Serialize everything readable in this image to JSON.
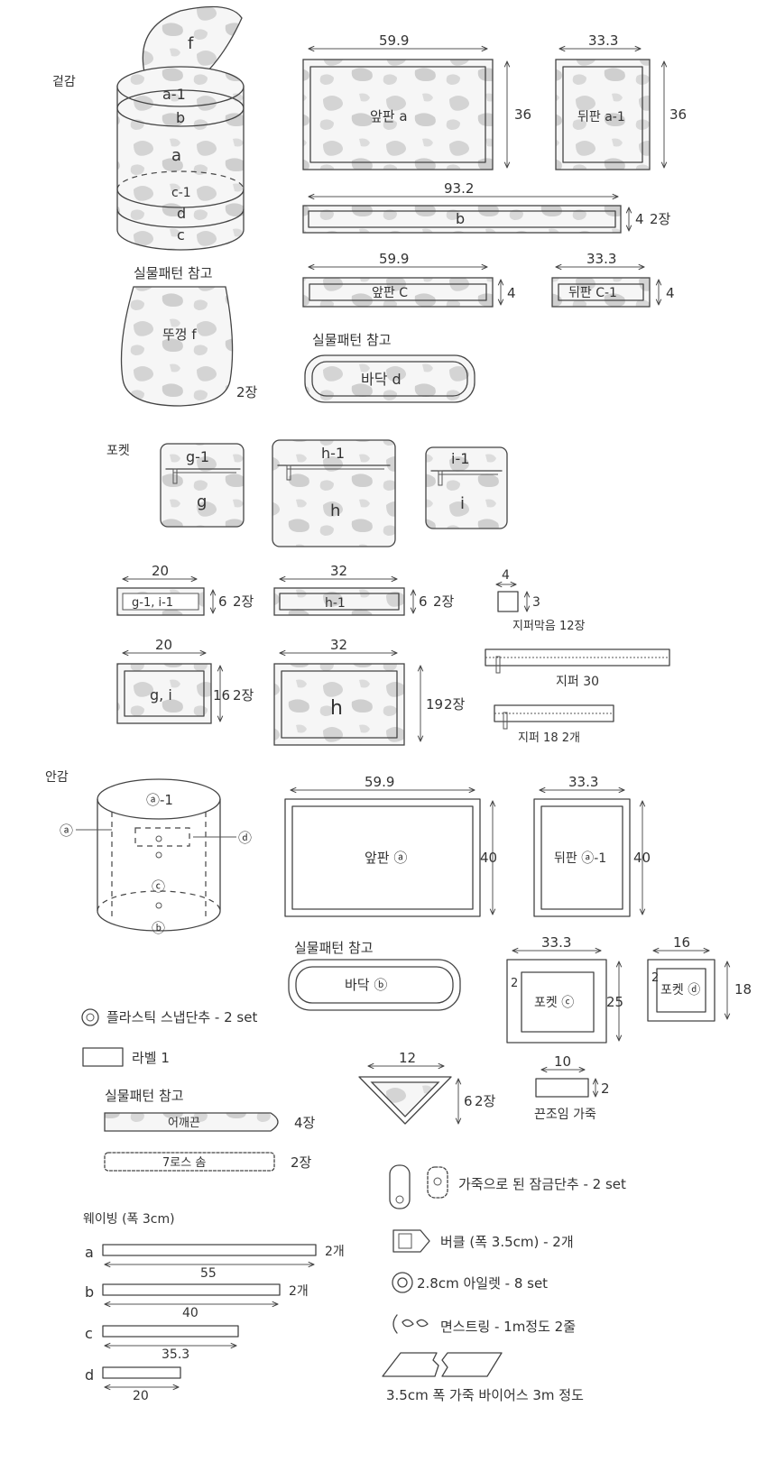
{
  "outer": {
    "section_title": "겉감",
    "bag_labels": {
      "f": "f",
      "a1": "a-1",
      "b": "b",
      "a": "a",
      "c1": "c-1",
      "d": "d",
      "c": "c"
    },
    "front_a": {
      "width": "59.9",
      "height": "36",
      "label": "앞판 a"
    },
    "back_a1": {
      "width": "33.3",
      "height": "36",
      "label": "뒤판 a-1"
    },
    "strip_b": {
      "width": "93.2",
      "height": "4",
      "count": "2장",
      "label": "b"
    },
    "front_c": {
      "width": "59.9",
      "height": "4",
      "label": "앞판 C"
    },
    "back_c1": {
      "width": "33.3",
      "height": "4",
      "label": "뒤판 C-1"
    },
    "lid_ref": "실물패턴 참고",
    "lid_label": "뚜껑 f",
    "lid_count": "2장",
    "bottom_ref": "실물패턴 참고",
    "bottom_label": "바닥 d"
  },
  "pocket": {
    "section_title": "포켓",
    "g": {
      "top": "g-1",
      "body": "g"
    },
    "h": {
      "top": "h-1",
      "body": "h"
    },
    "i": {
      "top": "i-1",
      "body": "i"
    },
    "strip_g1": {
      "width": "20",
      "height": "6",
      "count": "2장",
      "label": "g-1, i-1"
    },
    "strip_h1": {
      "width": "32",
      "height": "6",
      "count": "2장",
      "label": "h-1"
    },
    "zip_tab": {
      "width": "4",
      "height": "3",
      "label": "지퍼막음 12장"
    },
    "panel_gi": {
      "width": "20",
      "height": "16",
      "count": "2장",
      "label": "g, i"
    },
    "panel_h": {
      "width": "32",
      "height": "19",
      "count": "2장",
      "label": "h"
    },
    "zip30": "지퍼 30",
    "zip18": "지퍼 18 2개"
  },
  "lining": {
    "section_title": "안감",
    "bag_labels": {
      "a": "ⓐ",
      "a1": "ⓐ-1",
      "d": "ⓓ",
      "c": "ⓒ",
      "b": "ⓑ"
    },
    "front": {
      "width": "59.9",
      "height": "40",
      "label": "앞판 ⓐ"
    },
    "back": {
      "width": "33.3",
      "height": "40",
      "label": "뒤판 ⓐ-1"
    },
    "bottom_ref": "실물패턴 참고",
    "bottom_label": "바닥 ⓑ",
    "pocket_c": {
      "width": "33.3",
      "height": "25",
      "margin": "2",
      "label": "포켓 ⓒ"
    },
    "pocket_d": {
      "width": "16",
      "height": "18",
      "margin": "2",
      "label": "포켓 ⓓ"
    },
    "snap_label": "플라스틱 스냅단추 - 2 set",
    "tag_label": "라벨 1"
  },
  "extras": {
    "strap_ref": "실물패턴 참고",
    "strap_label": "어깨끈",
    "strap_count": "4장",
    "lace_label": "7로스 솜",
    "lace_count": "2장",
    "triangle": {
      "width": "12",
      "height": "6",
      "count": "2장"
    },
    "tie": {
      "width": "10",
      "height": "2",
      "label": "끈조임 가죽"
    },
    "webbing_title": "웨이빙 (폭 3cm)",
    "webbing": [
      {
        "letter": "a",
        "length": "55",
        "count": "2개"
      },
      {
        "letter": "b",
        "length": "40",
        "count": "2개"
      },
      {
        "letter": "c",
        "length": "35.3",
        "count": ""
      },
      {
        "letter": "d",
        "length": "20",
        "count": ""
      }
    ],
    "leather_snap": "가죽으로 된 잠금단추 - 2 set",
    "buckle": "버클 (폭 3.5cm) - 2개",
    "eyelet": "2.8cm 아일렛 - 8 set",
    "cord": "면스트링 - 1m정도 2줄",
    "bias": "3.5cm 폭 가죽 바이어스 3m 정도"
  }
}
